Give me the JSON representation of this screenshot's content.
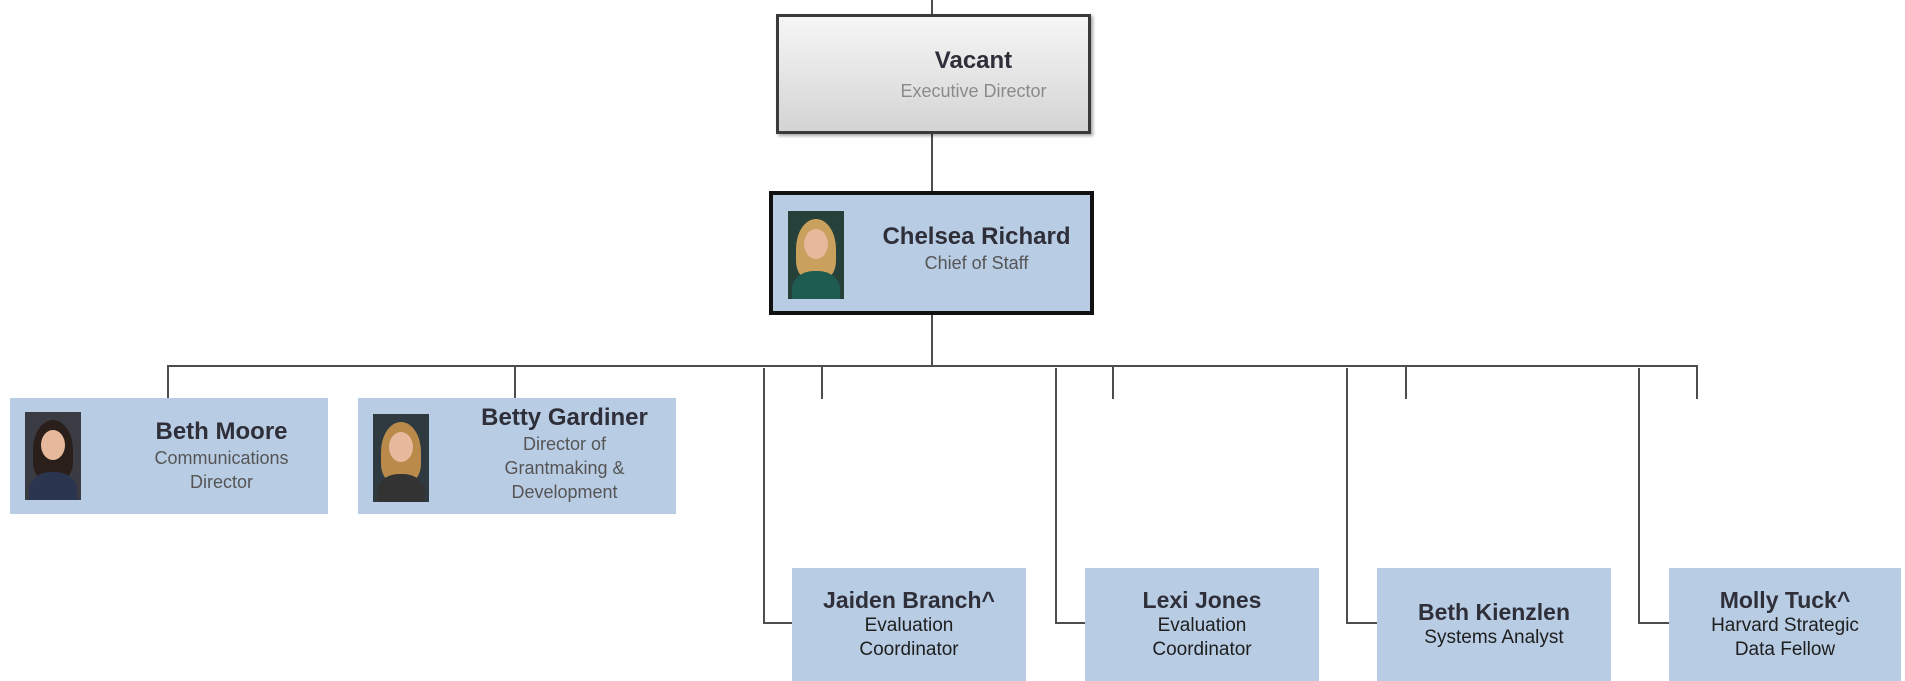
{
  "org_chart": {
    "executive": {
      "name": "Vacant",
      "title": "Executive Director"
    },
    "chief_of_staff": {
      "name": "Chelsea Richard",
      "title": "Chief of Staff"
    },
    "direct_reports": [
      {
        "name": "Beth Moore",
        "title_line1": "Communications",
        "title_line2": "Director",
        "title_line3": ""
      },
      {
        "name": "Betty Gardiner",
        "title_line1": "Director of",
        "title_line2": "Grantmaking &",
        "title_line3": "Development"
      }
    ],
    "staff": [
      {
        "name": "Jaiden Branch^",
        "title_line1": "Evaluation",
        "title_line2": "Coordinator"
      },
      {
        "name": "Lexi Jones",
        "title_line1": "Evaluation",
        "title_line2": "Coordinator"
      },
      {
        "name": "Beth Kienzlen",
        "title_line1": "Systems Analyst",
        "title_line2": ""
      },
      {
        "name": "Molly Tuck^",
        "title_line1": "Harvard Strategic",
        "title_line2": "Data Fellow"
      }
    ]
  },
  "photo_icons": [
    "person-photo-icon"
  ],
  "colors": {
    "box_fill": "#b8cce4",
    "connector": "#4d4d4d",
    "vacant_fill": "#e4e4e4"
  }
}
